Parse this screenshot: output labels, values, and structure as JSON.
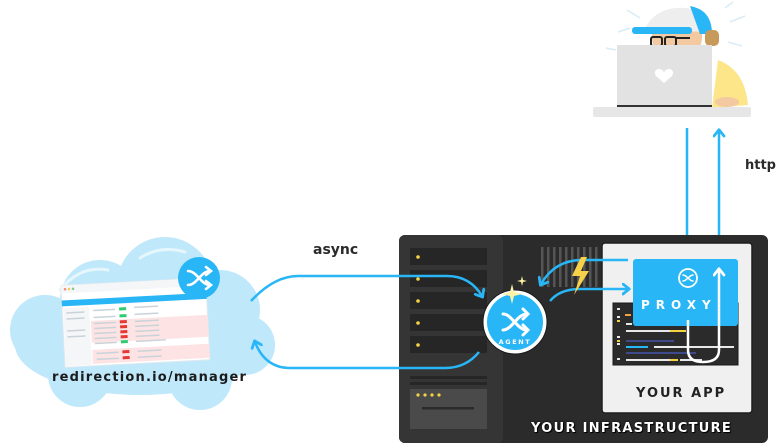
{
  "diagram": {
    "labels": {
      "async": "async",
      "http": "http",
      "manager": "redirection.io/manager",
      "proxy": "PROXY",
      "agent": "AGENT",
      "your_app": "YOUR APP",
      "your_infrastructure": "YOUR INFRASTRUCTURE"
    },
    "nodes": [
      {
        "id": "user",
        "icon": "user-with-laptop-icon"
      },
      {
        "id": "manager",
        "icon": "cloud-icon"
      },
      {
        "id": "agent",
        "icon": "shuffle-icon"
      },
      {
        "id": "proxy",
        "icon": "shuffle-icon"
      },
      {
        "id": "app",
        "icon": "code-editor-icon"
      },
      {
        "id": "infrastructure",
        "icon": "server-rack-icon"
      }
    ],
    "edges": [
      {
        "from": "manager",
        "to": "agent",
        "label": "async"
      },
      {
        "from": "agent",
        "to": "manager",
        "label": "async"
      },
      {
        "from": "user",
        "to": "proxy",
        "label": "http"
      },
      {
        "from": "proxy",
        "to": "user",
        "label": "http"
      },
      {
        "from": "proxy",
        "to": "agent"
      },
      {
        "from": "agent",
        "to": "proxy"
      },
      {
        "from": "proxy",
        "to": "app"
      }
    ],
    "colors": {
      "accent": "#29b6f6",
      "cloud": "#bfe8fb",
      "infra_bg": "#2b2b2b",
      "rack": "#3a3a3a",
      "app_bg": "#f0f0f0",
      "led": "#f5d442",
      "bolt": "#f7d14a"
    }
  }
}
